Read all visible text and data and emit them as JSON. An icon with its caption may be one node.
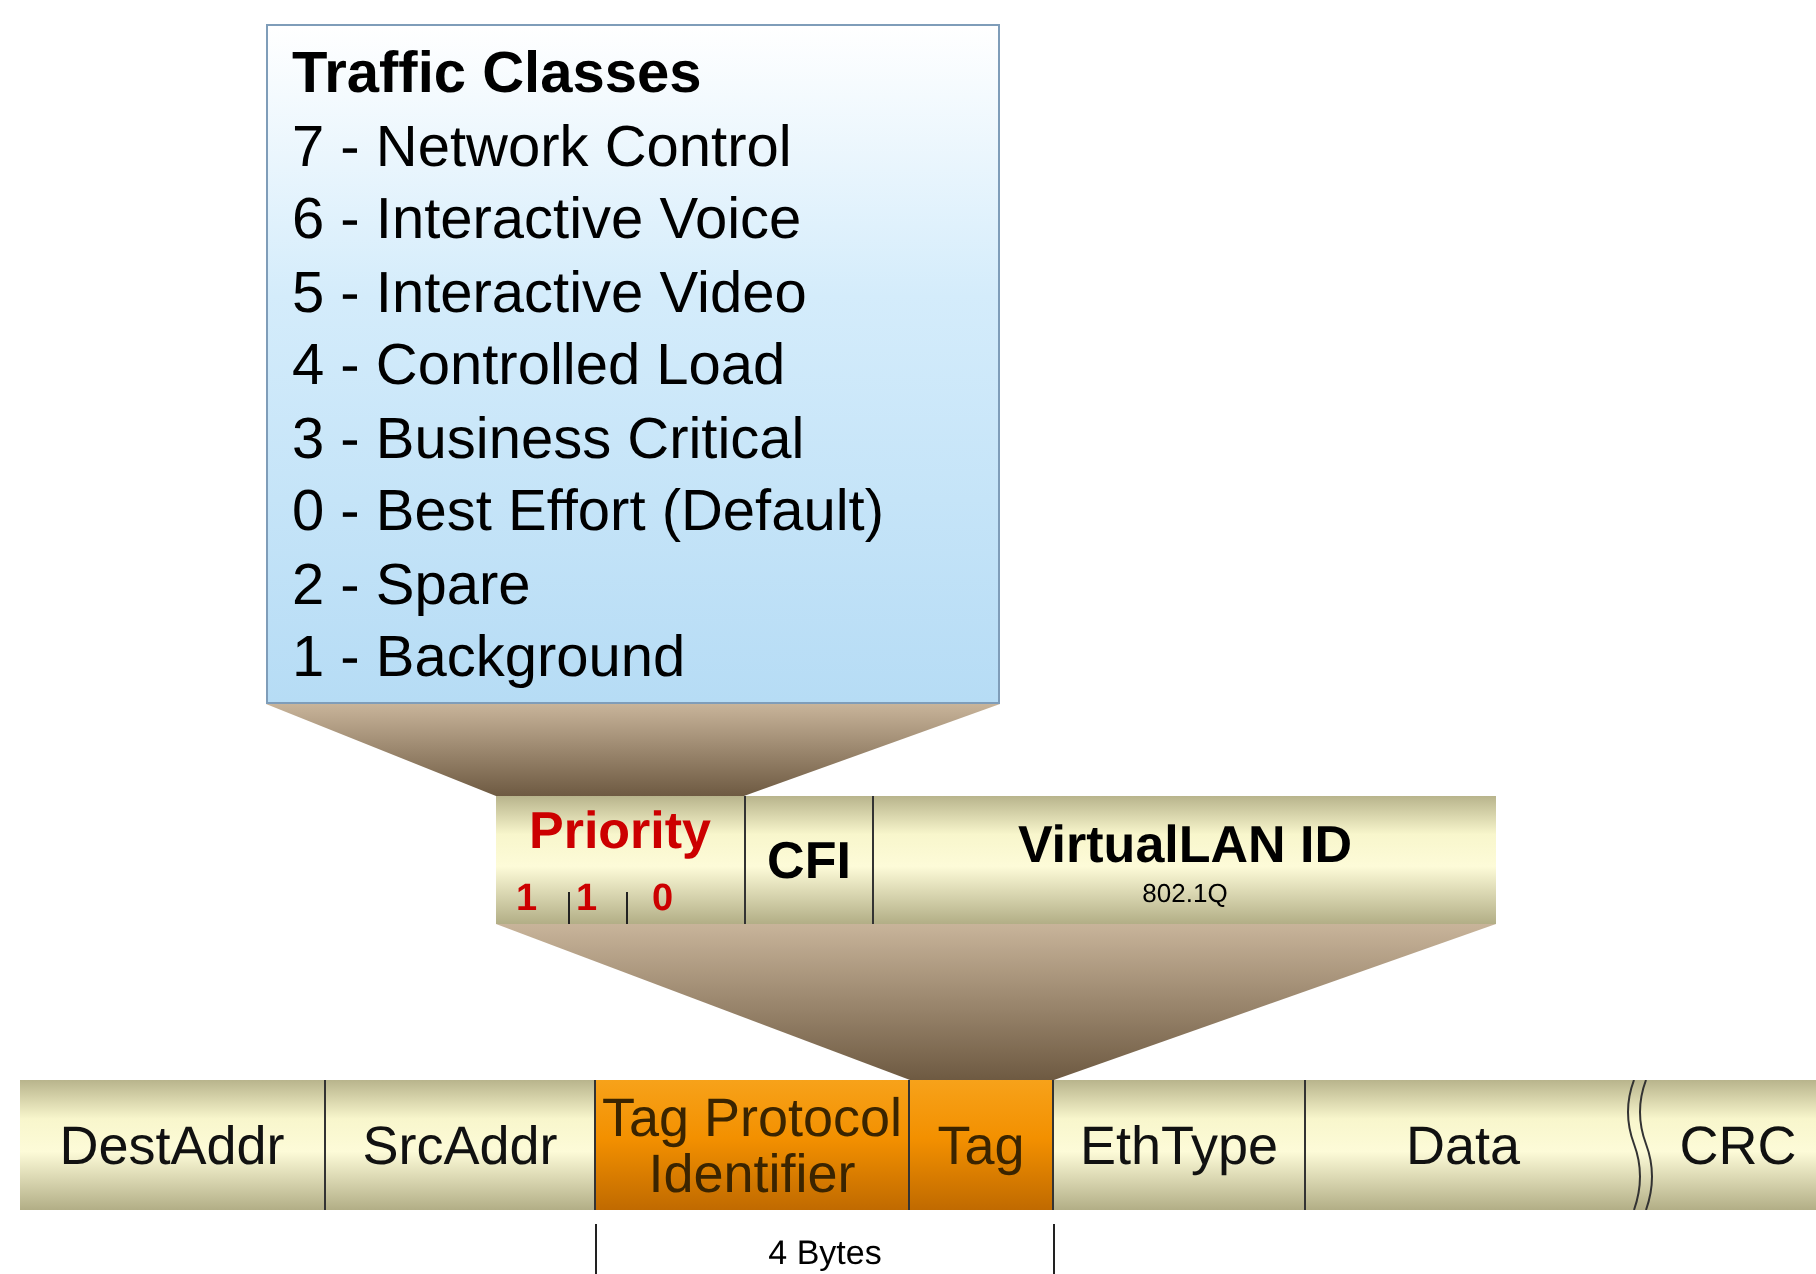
{
  "diagram": {
    "nodes": [
      {
        "text": [
          "Traffic Classes",
          "7 - Network Control",
          "6 - Interactive Voice",
          "5 - Interactive Video",
          "4 - Controlled Load",
          "3 - Business Critical",
          "0 - Best Effort (Default)",
          "2 - Spare",
          "1 - Background"
        ]
      },
      {
        "text": [
          "Priority"
        ]
      },
      {
        "text": [
          "CFI"
        ]
      },
      {
        "text": [
          "VirtualLAN ID",
          "802.1Q"
        ]
      },
      {
        "text": [
          "DestAddr"
        ]
      },
      {
        "text": [
          "SrcAddr"
        ]
      },
      {
        "text": [
          "Tag Protocol Identifier"
        ]
      },
      {
        "text": [
          "Tag"
        ]
      },
      {
        "text": [
          "EthType"
        ]
      },
      {
        "text": [
          "Data"
        ]
      },
      {
        "text": [
          "CRC"
        ]
      }
    ],
    "labels": [
      "1",
      "1",
      "0",
      "4 Bytes"
    ]
  }
}
